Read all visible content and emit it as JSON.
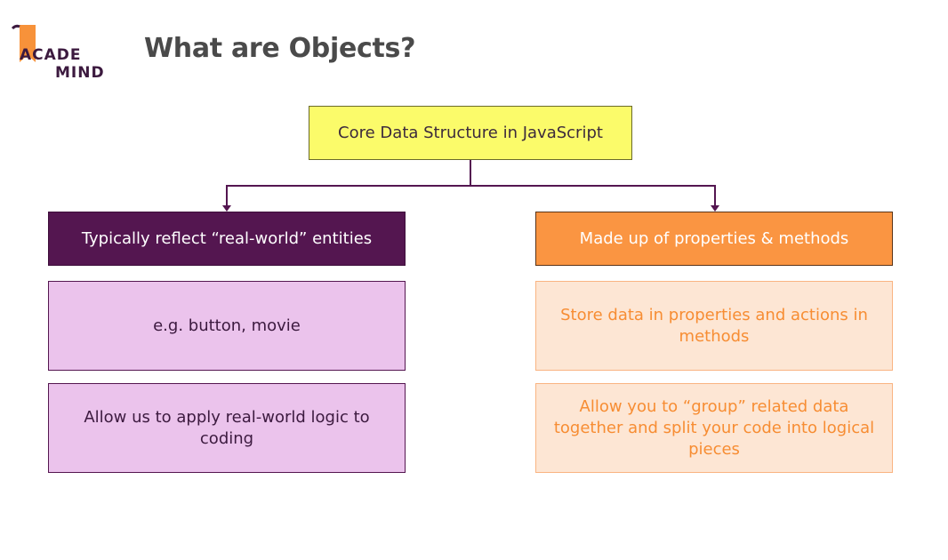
{
  "logo": {
    "line1": "ACADE",
    "line2": "MIND"
  },
  "title": "What are Objects?",
  "diagram": {
    "root": "Core Data Structure in JavaScript",
    "left": {
      "heading": "Typically reflect “real-world” entities",
      "items": [
        "e.g. button, movie",
        "Allow us to apply real-world logic to coding"
      ]
    },
    "right": {
      "heading": "Made up of properties & methods",
      "items": [
        "Store data in properties and actions in methods",
        "Allow you to “group” related data together and split your code into logical pieces"
      ]
    }
  },
  "colors": {
    "root_fill": "#fbfb6a",
    "left_head_fill": "#541650",
    "right_head_fill": "#fa9542",
    "left_sub_fill": "#ebc3ec",
    "right_sub_fill": "#fde6d4",
    "connector": "#541650"
  }
}
